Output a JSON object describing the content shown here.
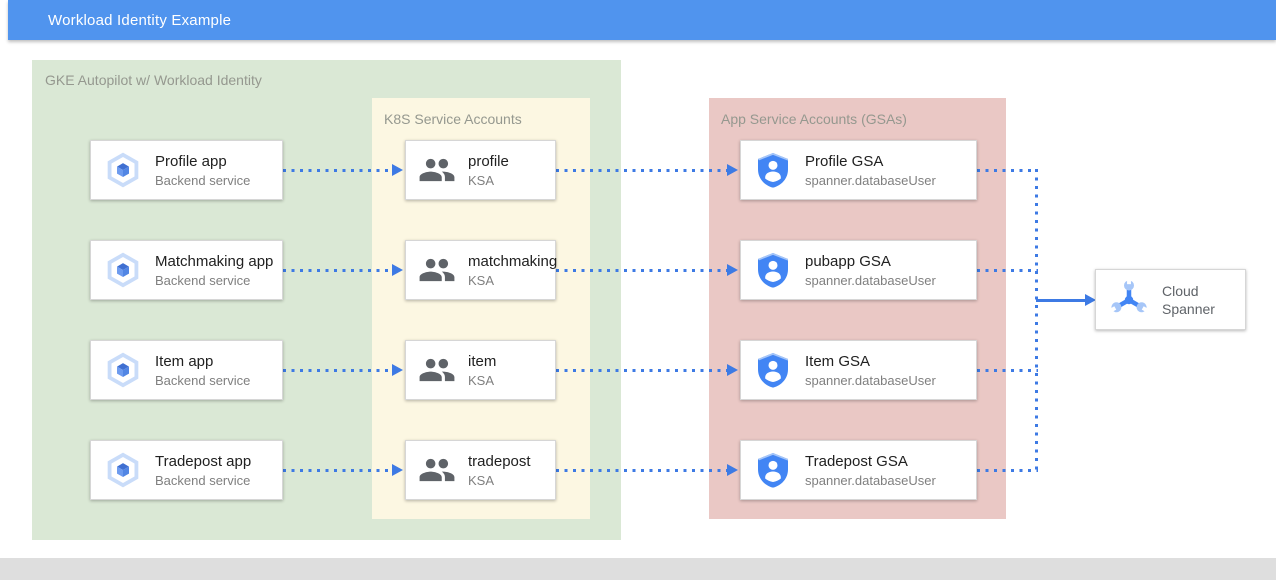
{
  "header": {
    "title": "Workload Identity Example"
  },
  "diagram": {
    "gke_container": {
      "title": "GKE Autopilot w/ Workload Identity"
    },
    "ksa_container": {
      "title": "K8S Service Accounts"
    },
    "gsa_container": {
      "title": "App Service Accounts (GSAs)"
    },
    "apps": [
      {
        "title": "Profile app",
        "subtitle": "Backend service"
      },
      {
        "title": "Matchmaking app",
        "subtitle": "Backend service"
      },
      {
        "title": "Item app",
        "subtitle": "Backend service"
      },
      {
        "title": "Tradepost app",
        "subtitle": "Backend service"
      }
    ],
    "ksas": [
      {
        "title": "profile",
        "subtitle": "KSA"
      },
      {
        "title": "matchmaking",
        "subtitle": "KSA"
      },
      {
        "title": "item",
        "subtitle": "KSA"
      },
      {
        "title": "tradepost",
        "subtitle": "KSA"
      }
    ],
    "gsas": [
      {
        "title": "Profile GSA",
        "subtitle": "spanner.databaseUser"
      },
      {
        "title": "pubapp GSA",
        "subtitle": "spanner.databaseUser"
      },
      {
        "title": "Item GSA",
        "subtitle": "spanner.databaseUser"
      },
      {
        "title": "Tradepost GSA",
        "subtitle": "spanner.databaseUser"
      }
    ],
    "spanner": {
      "title": "Cloud Spanner"
    },
    "icons": {
      "app": "gke-hexagon-icon",
      "ksa": "people-icon",
      "gsa": "shield-user-icon",
      "spanner": "spanner-wrench-icon"
    },
    "colors": {
      "header_bar": "#5094EE",
      "gke_container": "#DAE8D5",
      "ksa_container": "#FCF7E2",
      "gsa_container": "#EAC8C5",
      "connector": "#3D7AE4",
      "node_background": "#FFFFFF",
      "bottom_strip": "#DEDEDE"
    }
  }
}
